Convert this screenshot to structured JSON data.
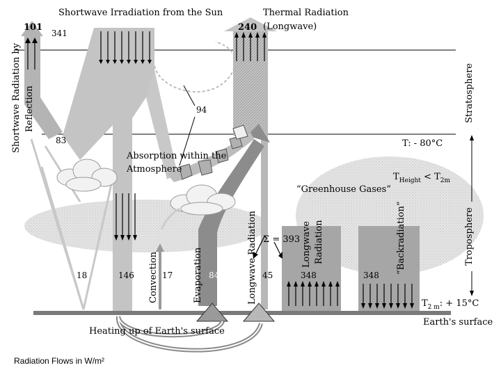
{
  "titles": {
    "shortwave": "Shortwave Irradiation from the Sun",
    "thermal_1": "Thermal Radiation",
    "thermal_2": "(Longwave)",
    "reflection_1": "Shortwave Radiation by",
    "reflection_2": "Reflection",
    "stratosphere": "Stratosphere",
    "troposphere": "Troposphere",
    "absorption_1": "Absorption within the",
    "absorption_2": "Atmosphere",
    "greenhouse": "“Greenhouse Gases”",
    "t_minus_80": "T: - 80°C",
    "t_height": "T",
    "t_height_sub": "Height",
    "t_lt": " < T",
    "t_2m_sub": "2m",
    "t_surface": "T",
    "t_surface_sub": "2 m",
    "t_surface_val": ": + 15°C",
    "earth_surface": "Earth's surface",
    "heating": "Heating up of Earth's surface",
    "convection": "Convection",
    "evaporation": "Evaporation",
    "longwave_rad": "Longwave Radiation",
    "longwave_1": "Longwave",
    "longwave_2": "Radiation",
    "backrad": "“Backradiation”",
    "sigma": "Σ = 393",
    "footer": "Radiation Flows in W/m²"
  },
  "values": {
    "reflected": "101",
    "incoming": "341",
    "outgoing": "240",
    "absorbed_strat": "94",
    "cloud_reflect": "83",
    "surface_reflect": "18",
    "absorbed_surface": "146",
    "convection": "17",
    "evaporation": "84",
    "window": "45",
    "longwave_up": "348",
    "backradiation": "348"
  },
  "colors": {
    "band_light": "#c8c8c8",
    "band_mid": "#a8a8a8",
    "band_dark": "#8a8a8a",
    "ground": "#7a7a7a",
    "haze": "#e4e4e4"
  }
}
